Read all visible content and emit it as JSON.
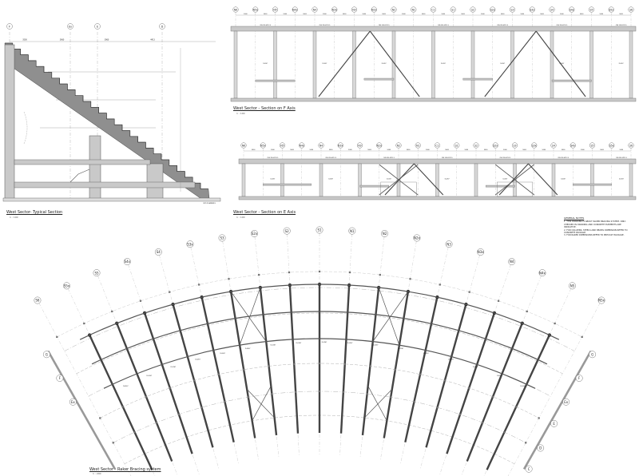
{
  "titles": {
    "typical_section": "West Sector- Typical Section",
    "section_f": "West Sector - Section on F Axis",
    "section_e": "West Sector - Section on E Axis",
    "raker_bracing": "West Sector - Raker Bracing system"
  },
  "scales": {
    "typical_section": "1 : 100",
    "section_f": "1 : 100",
    "section_e": "1 : 100",
    "raker_bracing": "1 : 200"
  },
  "general_notes": {
    "heading": "GENERAL NOTES",
    "items": [
      "1. THIS DRAWING IS ABOUT RAKER BRACING SYSTEM. ONLY. CHECKED IN DRAWING AND CONCRETE ELEMENTS ARE INDICATIVE.",
      "2. FOR COLUMNS, STEELS AND BEAMS DIMENSION REFER TO CONCRETE PACKAGE.",
      "3. FOR RAKER DIMENSIONS REFER TO PRECAST PACKAGE."
    ]
  },
  "typical_section": {
    "grid_labels": [
      "F",
      "Ex",
      "E",
      "D"
    ],
    "dims_top": [
      "3500",
      "3960",
      "3960",
      "4413"
    ],
    "level_tag": "SITE PLANNING"
  },
  "section_f": {
    "grid_labels": [
      "N6",
      "N5x",
      "N5",
      "N4x",
      "N4",
      "N3x",
      "N3",
      "N2x",
      "N2",
      "N1",
      "C1",
      "S1",
      "S2",
      "S2x",
      "S3",
      "S3x",
      "S4",
      "S4x",
      "S5",
      "S5x",
      "S6"
    ]
  },
  "section_e": {
    "grid_labels": [
      "N6",
      "N5x",
      "N5",
      "N4x",
      "N4",
      "N3x",
      "N3",
      "N2x",
      "N2",
      "N1",
      "C1",
      "S1",
      "S2",
      "S2x",
      "S3",
      "S3x",
      "S4",
      "S4x",
      "S5",
      "S5x",
      "S6"
    ]
  },
  "plan": {
    "radial_labels": [
      "S6",
      "S5x",
      "S5",
      "S4x",
      "S4",
      "S3x",
      "S3",
      "S2x",
      "S2",
      "S1",
      "N1",
      "N2",
      "N2x",
      "N3",
      "N3x",
      "N4",
      "N4x",
      "N5",
      "N5x"
    ],
    "right_axis_labels": [
      "G",
      "F",
      "Ex",
      "E",
      "D",
      "C"
    ],
    "left_axis_labels": [
      "G",
      "F",
      "Ex"
    ]
  },
  "colors": {
    "line": "#555555",
    "dark": "#333333",
    "concrete": "#c9c9c9",
    "light": "#bdbdbd"
  }
}
